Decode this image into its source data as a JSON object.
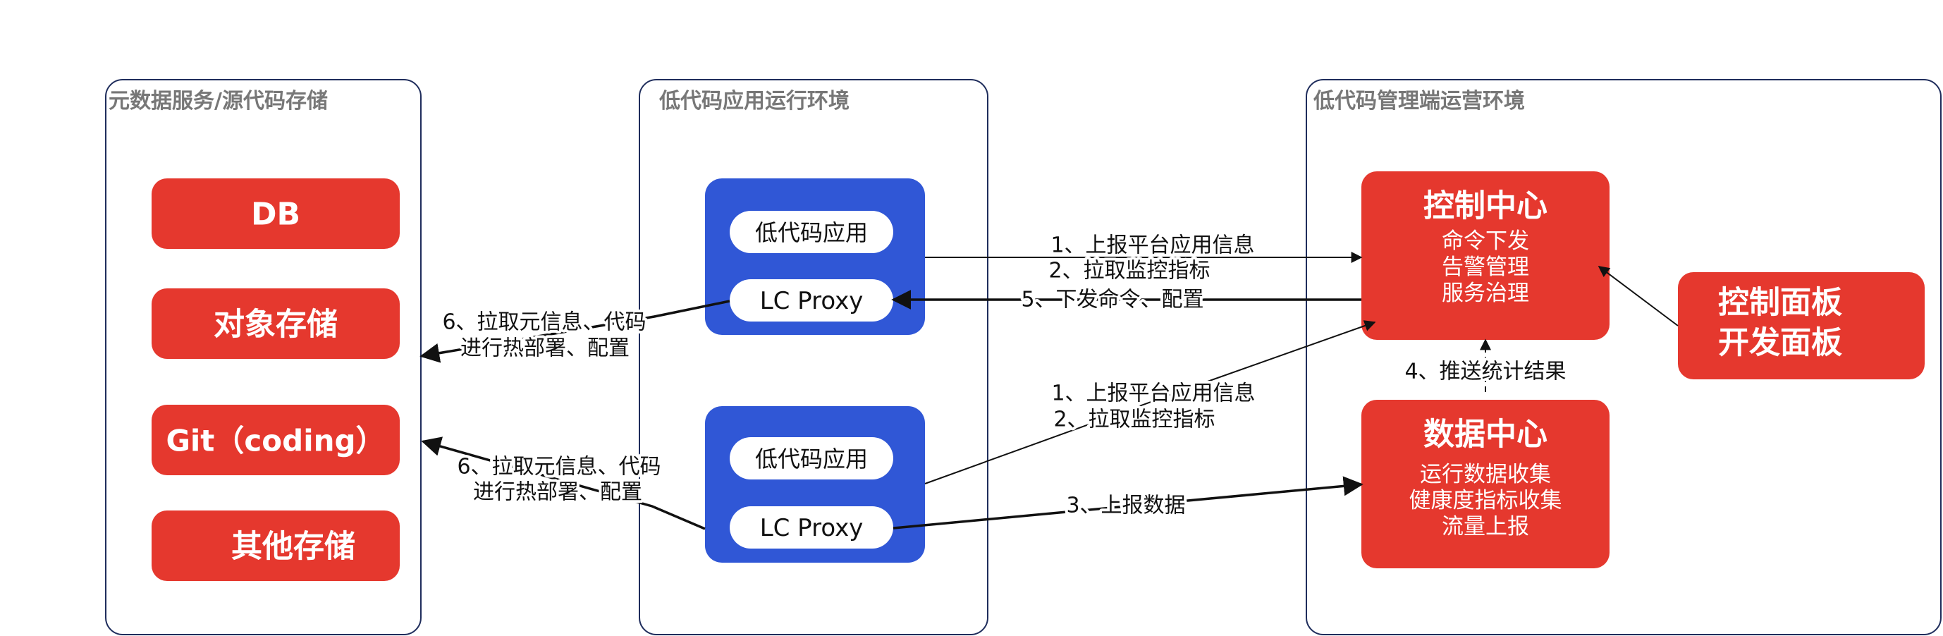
{
  "zones": {
    "storage": "元数据服务/源代码存储",
    "runtime": "低代码应用运行环境",
    "mgmt": "低代码管理端运营环境"
  },
  "storage": {
    "db": "DB",
    "object": "对象存储",
    "git": "Git（coding）",
    "other": "其他存储"
  },
  "app1": {
    "app": "低代码应用",
    "proxy": "LC Proxy"
  },
  "app2": {
    "app": "低代码应用",
    "proxy": "LC Proxy"
  },
  "control_center": {
    "title": "控制中心",
    "lines": [
      "命令下发",
      "告警管理",
      "服务治理"
    ]
  },
  "data_center": {
    "title": "数据中心",
    "lines": [
      "运行数据收集",
      "健康度指标收集",
      "流量上报"
    ]
  },
  "panel": {
    "line1": "控制面板",
    "line2": "开发面板"
  },
  "edges": {
    "report_top_1": "1、上报平台应用信息",
    "report_top_2": "2、拉取监控指标",
    "command": "5、下发命令、配置",
    "report_mid_1": "1、上报平台应用信息",
    "report_mid_2": "2、拉取监控指标",
    "push_stats": "4、推送统计结果",
    "report_data": "3、上报数据",
    "pull_top_1": "6、拉取元信息、代码",
    "pull_top_2": "进行热部署、配置",
    "pull_bot_1": "6、拉取元信息、代码",
    "pull_bot_2": "进行热部署、配置"
  },
  "colors": {
    "red": "#E5382E",
    "blue": "#3057D6",
    "frame": "#1F2D5C",
    "line": "#111111"
  }
}
